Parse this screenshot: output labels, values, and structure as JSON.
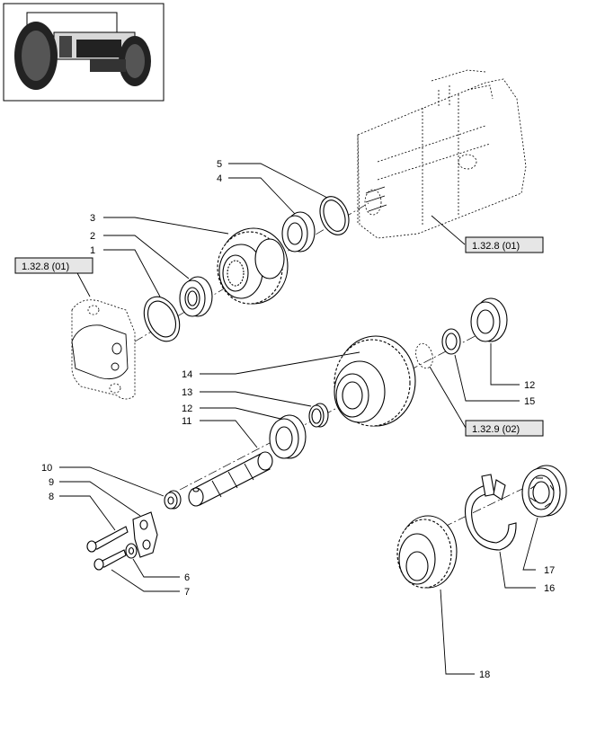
{
  "thumbnail": {
    "icon": "tractor-icon"
  },
  "references": [
    {
      "id": "ref-pump",
      "text": "1.32.8 (01)"
    },
    {
      "id": "ref-cover",
      "text": "1.32.8 (01)"
    },
    {
      "id": "ref-shim",
      "text": "1.32.9 (02)"
    }
  ],
  "callouts": [
    {
      "num": "1"
    },
    {
      "num": "2"
    },
    {
      "num": "3"
    },
    {
      "num": "4"
    },
    {
      "num": "5"
    },
    {
      "num": "6"
    },
    {
      "num": "7"
    },
    {
      "num": "8"
    },
    {
      "num": "9"
    },
    {
      "num": "10"
    },
    {
      "num": "11"
    },
    {
      "num": "12"
    },
    {
      "num": "12"
    },
    {
      "num": "13"
    },
    {
      "num": "14"
    },
    {
      "num": "15"
    },
    {
      "num": "16"
    },
    {
      "num": "17"
    },
    {
      "num": "18"
    }
  ]
}
